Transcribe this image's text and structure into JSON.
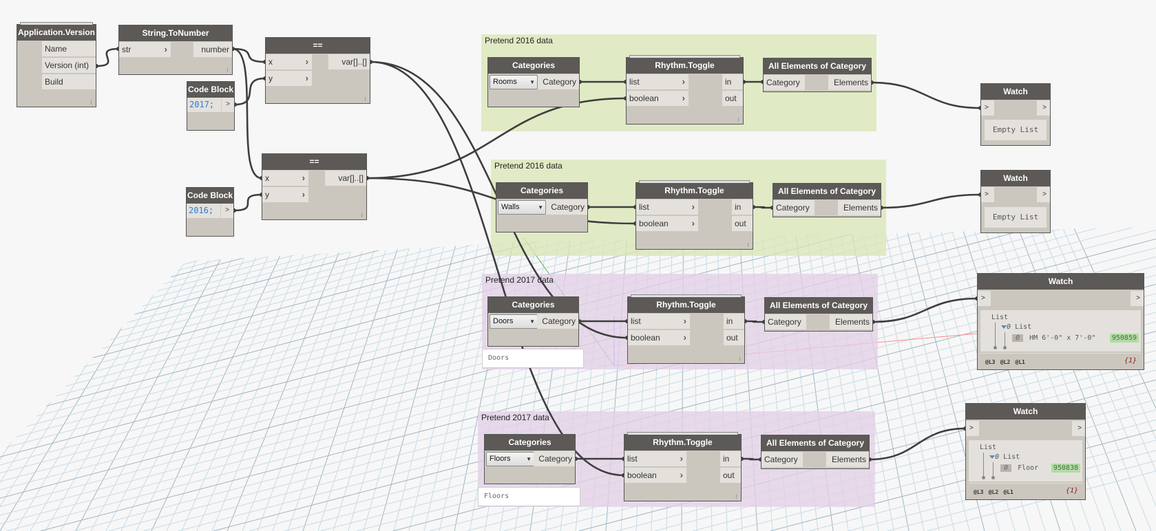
{
  "canvas": {
    "background": "#f7f7f7",
    "wire_color": "#3e3e3e"
  },
  "nodes": {
    "app_version": {
      "title": "Application.Version",
      "outputs": [
        "Name",
        "Version (int)",
        "Build"
      ]
    },
    "string_to_number": {
      "title": "String.ToNumber",
      "input": "str",
      "output": "number"
    },
    "code_block_2017": {
      "title": "Code Block",
      "code": "2017;",
      "output": ">"
    },
    "code_block_2016": {
      "title": "Code Block",
      "code": "2016;",
      "output": ">"
    },
    "equals_top": {
      "title": "==",
      "inputs": [
        "x",
        "y"
      ],
      "output": "var[]..[]"
    },
    "equals_bottom": {
      "title": "==",
      "inputs": [
        "x",
        "y"
      ],
      "output": "var[]..[]"
    }
  },
  "groups": [
    {
      "title": "Pretend 2016 data",
      "color": "#d8e6b4",
      "categories": {
        "title": "Categories",
        "selected": "Rooms",
        "output": "Category",
        "preview": ""
      },
      "toggle": {
        "title": "Rhythm.Toggle",
        "inputs": [
          "list",
          "boolean"
        ],
        "outputs": [
          "in",
          "out"
        ]
      },
      "all_elements": {
        "title": "All Elements of Category",
        "input": "Category",
        "output": "Elements"
      }
    },
    {
      "title": "Pretend 2016 data",
      "color": "#d8e6b4",
      "categories": {
        "title": "Categories",
        "selected": "Walls",
        "output": "Category",
        "preview": ""
      },
      "toggle": {
        "title": "Rhythm.Toggle",
        "inputs": [
          "list",
          "boolean"
        ],
        "outputs": [
          "in",
          "out"
        ]
      },
      "all_elements": {
        "title": "All Elements of Category",
        "input": "Category",
        "output": "Elements"
      }
    },
    {
      "title": "Pretend 2017 data",
      "color": "#e2cfe6",
      "categories": {
        "title": "Categories",
        "selected": "Doors",
        "output": "Category",
        "preview": "Doors"
      },
      "toggle": {
        "title": "Rhythm.Toggle",
        "inputs": [
          "list",
          "boolean"
        ],
        "outputs": [
          "in",
          "out"
        ]
      },
      "all_elements": {
        "title": "All Elements of Category",
        "input": "Category",
        "output": "Elements"
      }
    },
    {
      "title": "Pretend 2017 data",
      "color": "#e2cfe6",
      "categories": {
        "title": "Categories",
        "selected": "Floors",
        "output": "Category",
        "preview": "Floors"
      },
      "toggle": {
        "title": "Rhythm.Toggle",
        "inputs": [
          "list",
          "boolean"
        ],
        "outputs": [
          "in",
          "out"
        ]
      },
      "all_elements": {
        "title": "All Elements of Category",
        "input": "Category",
        "output": "Elements"
      }
    }
  ],
  "watches": [
    {
      "title": "Watch",
      "in": ">",
      "out": ">",
      "result": "Empty List"
    },
    {
      "title": "Watch",
      "in": ">",
      "out": ">",
      "result": "Empty List"
    },
    {
      "title": "Watch",
      "in": ">",
      "out": ">",
      "root": "List",
      "sub_index": "0",
      "sub": "List",
      "item_index": "0",
      "item": "HM 6'-0\" x 7'-0\"",
      "item_id": "950859",
      "levels": [
        "@L3",
        "@L2",
        "@L1"
      ],
      "count": "{1}"
    },
    {
      "title": "Watch",
      "in": ">",
      "out": ">",
      "root": "List",
      "sub_index": "0",
      "sub": "List",
      "item_index": "0",
      "item": "Floor",
      "item_id": "950838",
      "levels": [
        "@L3",
        "@L2",
        "@L1"
      ],
      "count": "{1}"
    }
  ]
}
